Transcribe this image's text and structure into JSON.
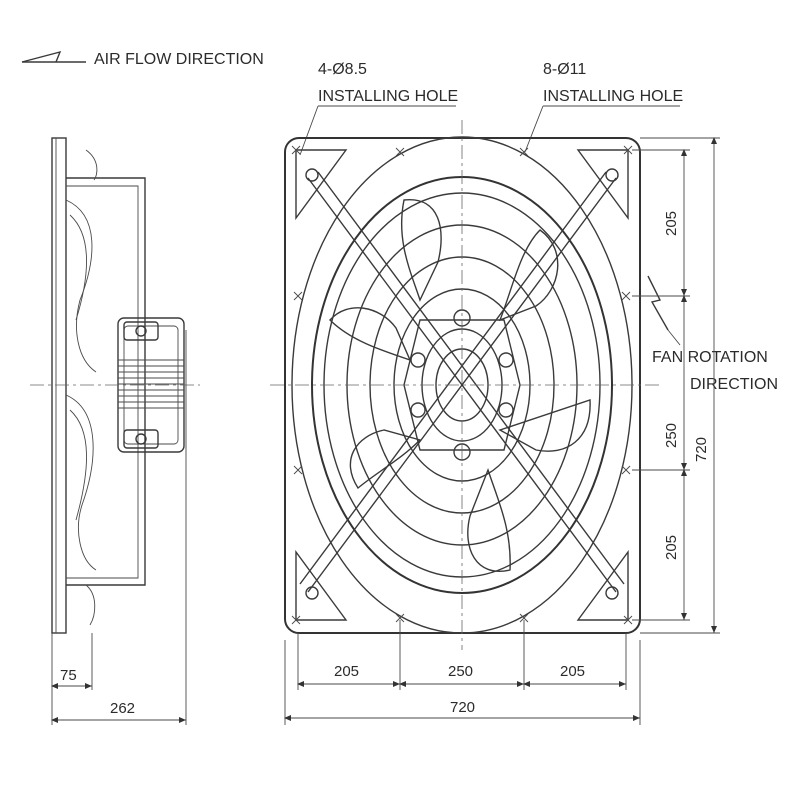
{
  "labels": {
    "air_flow": "AIR FLOW DIRECTION",
    "hole_small_count": "4-Ø8.5",
    "hole_small_label": "INSTALLING HOLE",
    "hole_large_count": "8-Ø11",
    "hole_large_label": "INSTALLING HOLE",
    "fan_rotation_1": "FAN ROTATION",
    "fan_rotation_2": "DIRECTION"
  },
  "dimensions": {
    "side_flange": "75",
    "side_depth": "262",
    "bottom_left": "205",
    "bottom_mid": "250",
    "bottom_right": "205",
    "bottom_total": "720",
    "right_top": "205",
    "right_mid": "250",
    "right_bottom": "205",
    "right_total": "720"
  }
}
